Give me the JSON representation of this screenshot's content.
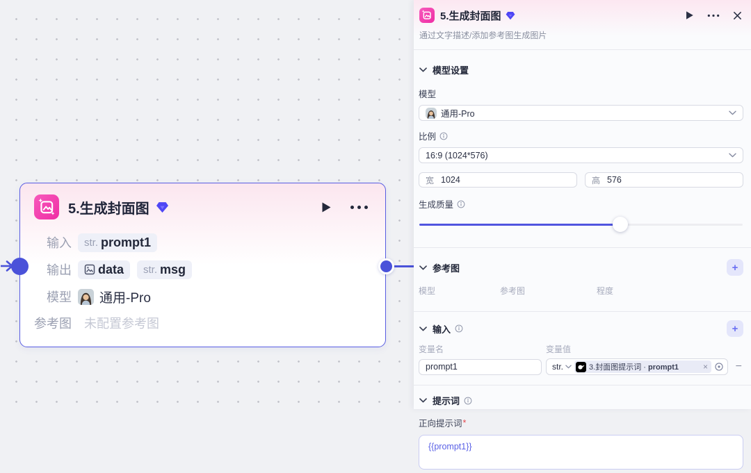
{
  "colors": {
    "accent": "#4a52d9",
    "node_border": "#575ce2",
    "brand_pink": "#ef2da4",
    "slider_fill": "#5055df",
    "required_red": "#e5484d"
  },
  "icons": {
    "more": "⋯",
    "close": "✕",
    "plus": "+",
    "minus": "−",
    "remove": "×"
  },
  "canvas": {
    "node": {
      "title": "5.生成封面图",
      "rows": {
        "input_label": "输入",
        "input_chip_type": "str.",
        "input_chip_value": "prompt1",
        "output_label": "输出",
        "output_chip1_value": "data",
        "output_chip2_type": "str.",
        "output_chip2_value": "msg",
        "model_label": "模型",
        "model_value": "通用-Pro",
        "ref_label": "参考图",
        "ref_value": "未配置参考图"
      }
    }
  },
  "panel": {
    "header": {
      "title": "5.生成封面图",
      "subtitle": "通过文字描述/添加参考图生成图片"
    },
    "model_section": {
      "title": "模型设置",
      "model_label": "模型",
      "model_value": "通用-Pro",
      "ratio_label": "比例",
      "ratio_value": "16:9 (1024*576)",
      "width_label": "宽",
      "width_value": "1024",
      "height_label": "高",
      "height_value": "576",
      "quality_label": "生成质量",
      "quality_percent": 62
    },
    "reference_section": {
      "title": "参考图",
      "col_model": "模型",
      "col_ref": "参考图",
      "col_degree": "程度"
    },
    "input_section": {
      "title": "输入",
      "col_name": "变量名",
      "col_value": "变量值",
      "var_name": "prompt1",
      "type_value": "str.",
      "ref_chip_prefix": "3.封面图提示词 · ",
      "ref_chip_var": "prompt1"
    },
    "prompt_section": {
      "title": "提示词",
      "positive_label": "正向提示词",
      "required_mark": "*",
      "positive_value": "{{prompt1}}"
    }
  }
}
